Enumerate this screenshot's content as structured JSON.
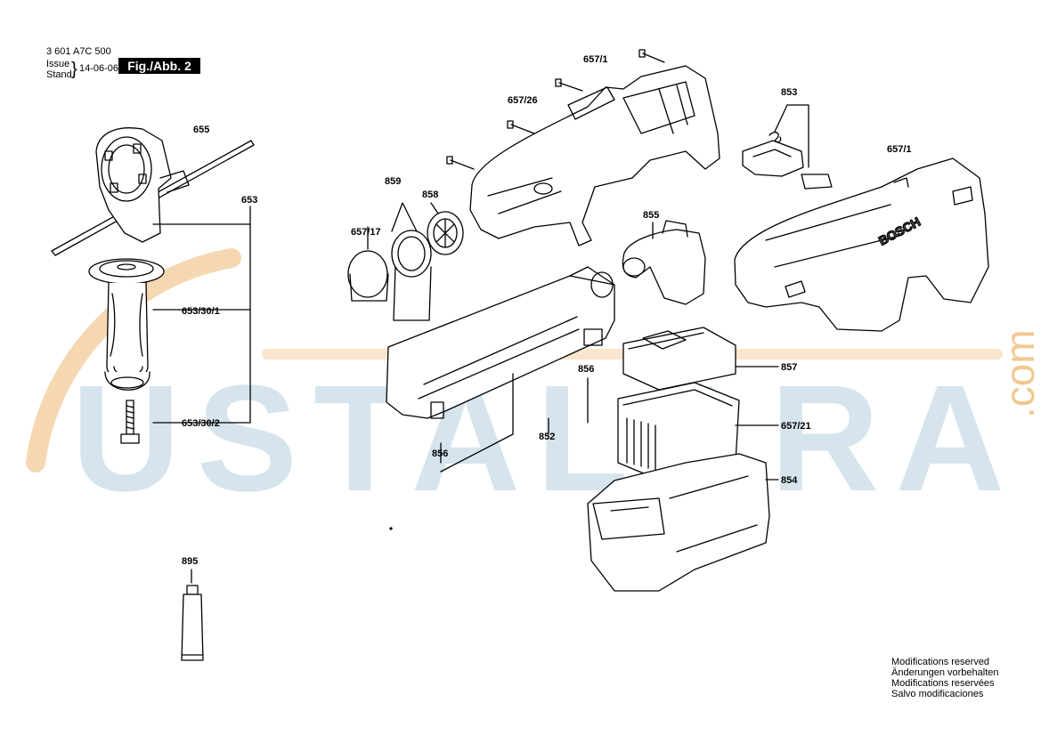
{
  "header": {
    "part_number": "3 601 A7C 500",
    "issue_label": "Issue",
    "stand_label": "Stand",
    "brace": "}",
    "date": "14-06-06",
    "figure": "Fig./Abb. 2"
  },
  "watermark": {
    "main": "USTALARA",
    "suffix": ".com",
    "colors": {
      "blue": "#b9d3e3",
      "orange": "#f1c891"
    }
  },
  "callouts": {
    "c655": "655",
    "c653": "653",
    "c653_30_1": "653/30/1",
    "c653_30_2": "653/30/2",
    "c657_1_top": "657/1",
    "c657_26": "657/26",
    "c853": "853",
    "c657_1_right": "657/1",
    "c859": "859",
    "c858": "858",
    "c657_17": "657/17",
    "c855": "855",
    "c857": "857",
    "c856_right": "856",
    "c657_21": "657/21",
    "c852": "852",
    "c854": "854",
    "c856_left": "856",
    "c895": "895"
  },
  "housing_brand": "BOSCH",
  "notes": [
    "Modifications reserved",
    "Änderungen vorbehalten",
    "Modifications reservées",
    "Salvo modificaciones"
  ]
}
